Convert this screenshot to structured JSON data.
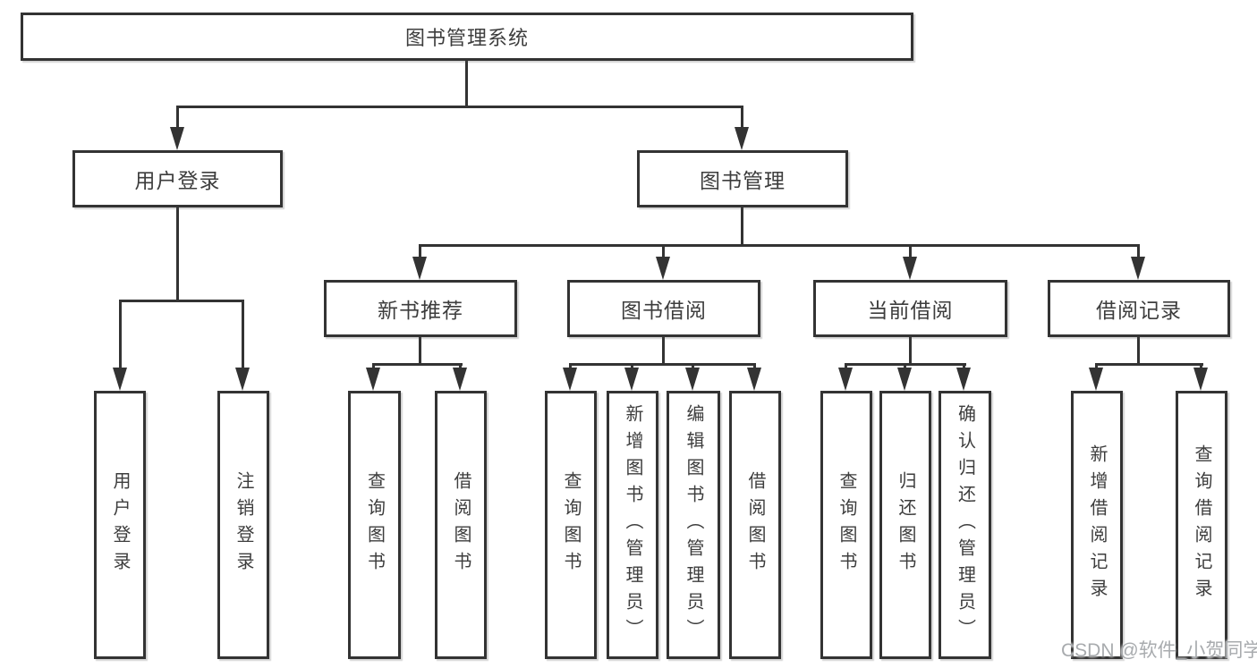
{
  "root": {
    "label": "图书管理系统"
  },
  "level2": {
    "user_login": "用户登录",
    "book_management": "图书管理"
  },
  "level3": {
    "new_book_recommend": "新书推荐",
    "book_borrow": "图书借阅",
    "current_borrow": "当前借阅",
    "borrow_record": "借阅记录"
  },
  "leaves": {
    "user_login": [
      "用户登录",
      "注销登录"
    ],
    "new_book_recommend": [
      "查询图书",
      "借阅图书"
    ],
    "book_borrow": [
      "查询图书",
      "新增图书（管理员）",
      "编辑图书（管理员）",
      "借阅图书"
    ],
    "current_borrow": [
      "查询图书",
      "归还图书",
      "确认归还（管理员）"
    ],
    "borrow_record": [
      "新增借阅记录",
      "查询借阅记录"
    ]
  },
  "watermark": "CSDN @软件_小贺同学",
  "colors": {
    "line": "#333333",
    "text": "#3d3d3d",
    "box_background": "#ffffff",
    "watermark": "#a8abae",
    "background": "#ffffff"
  }
}
